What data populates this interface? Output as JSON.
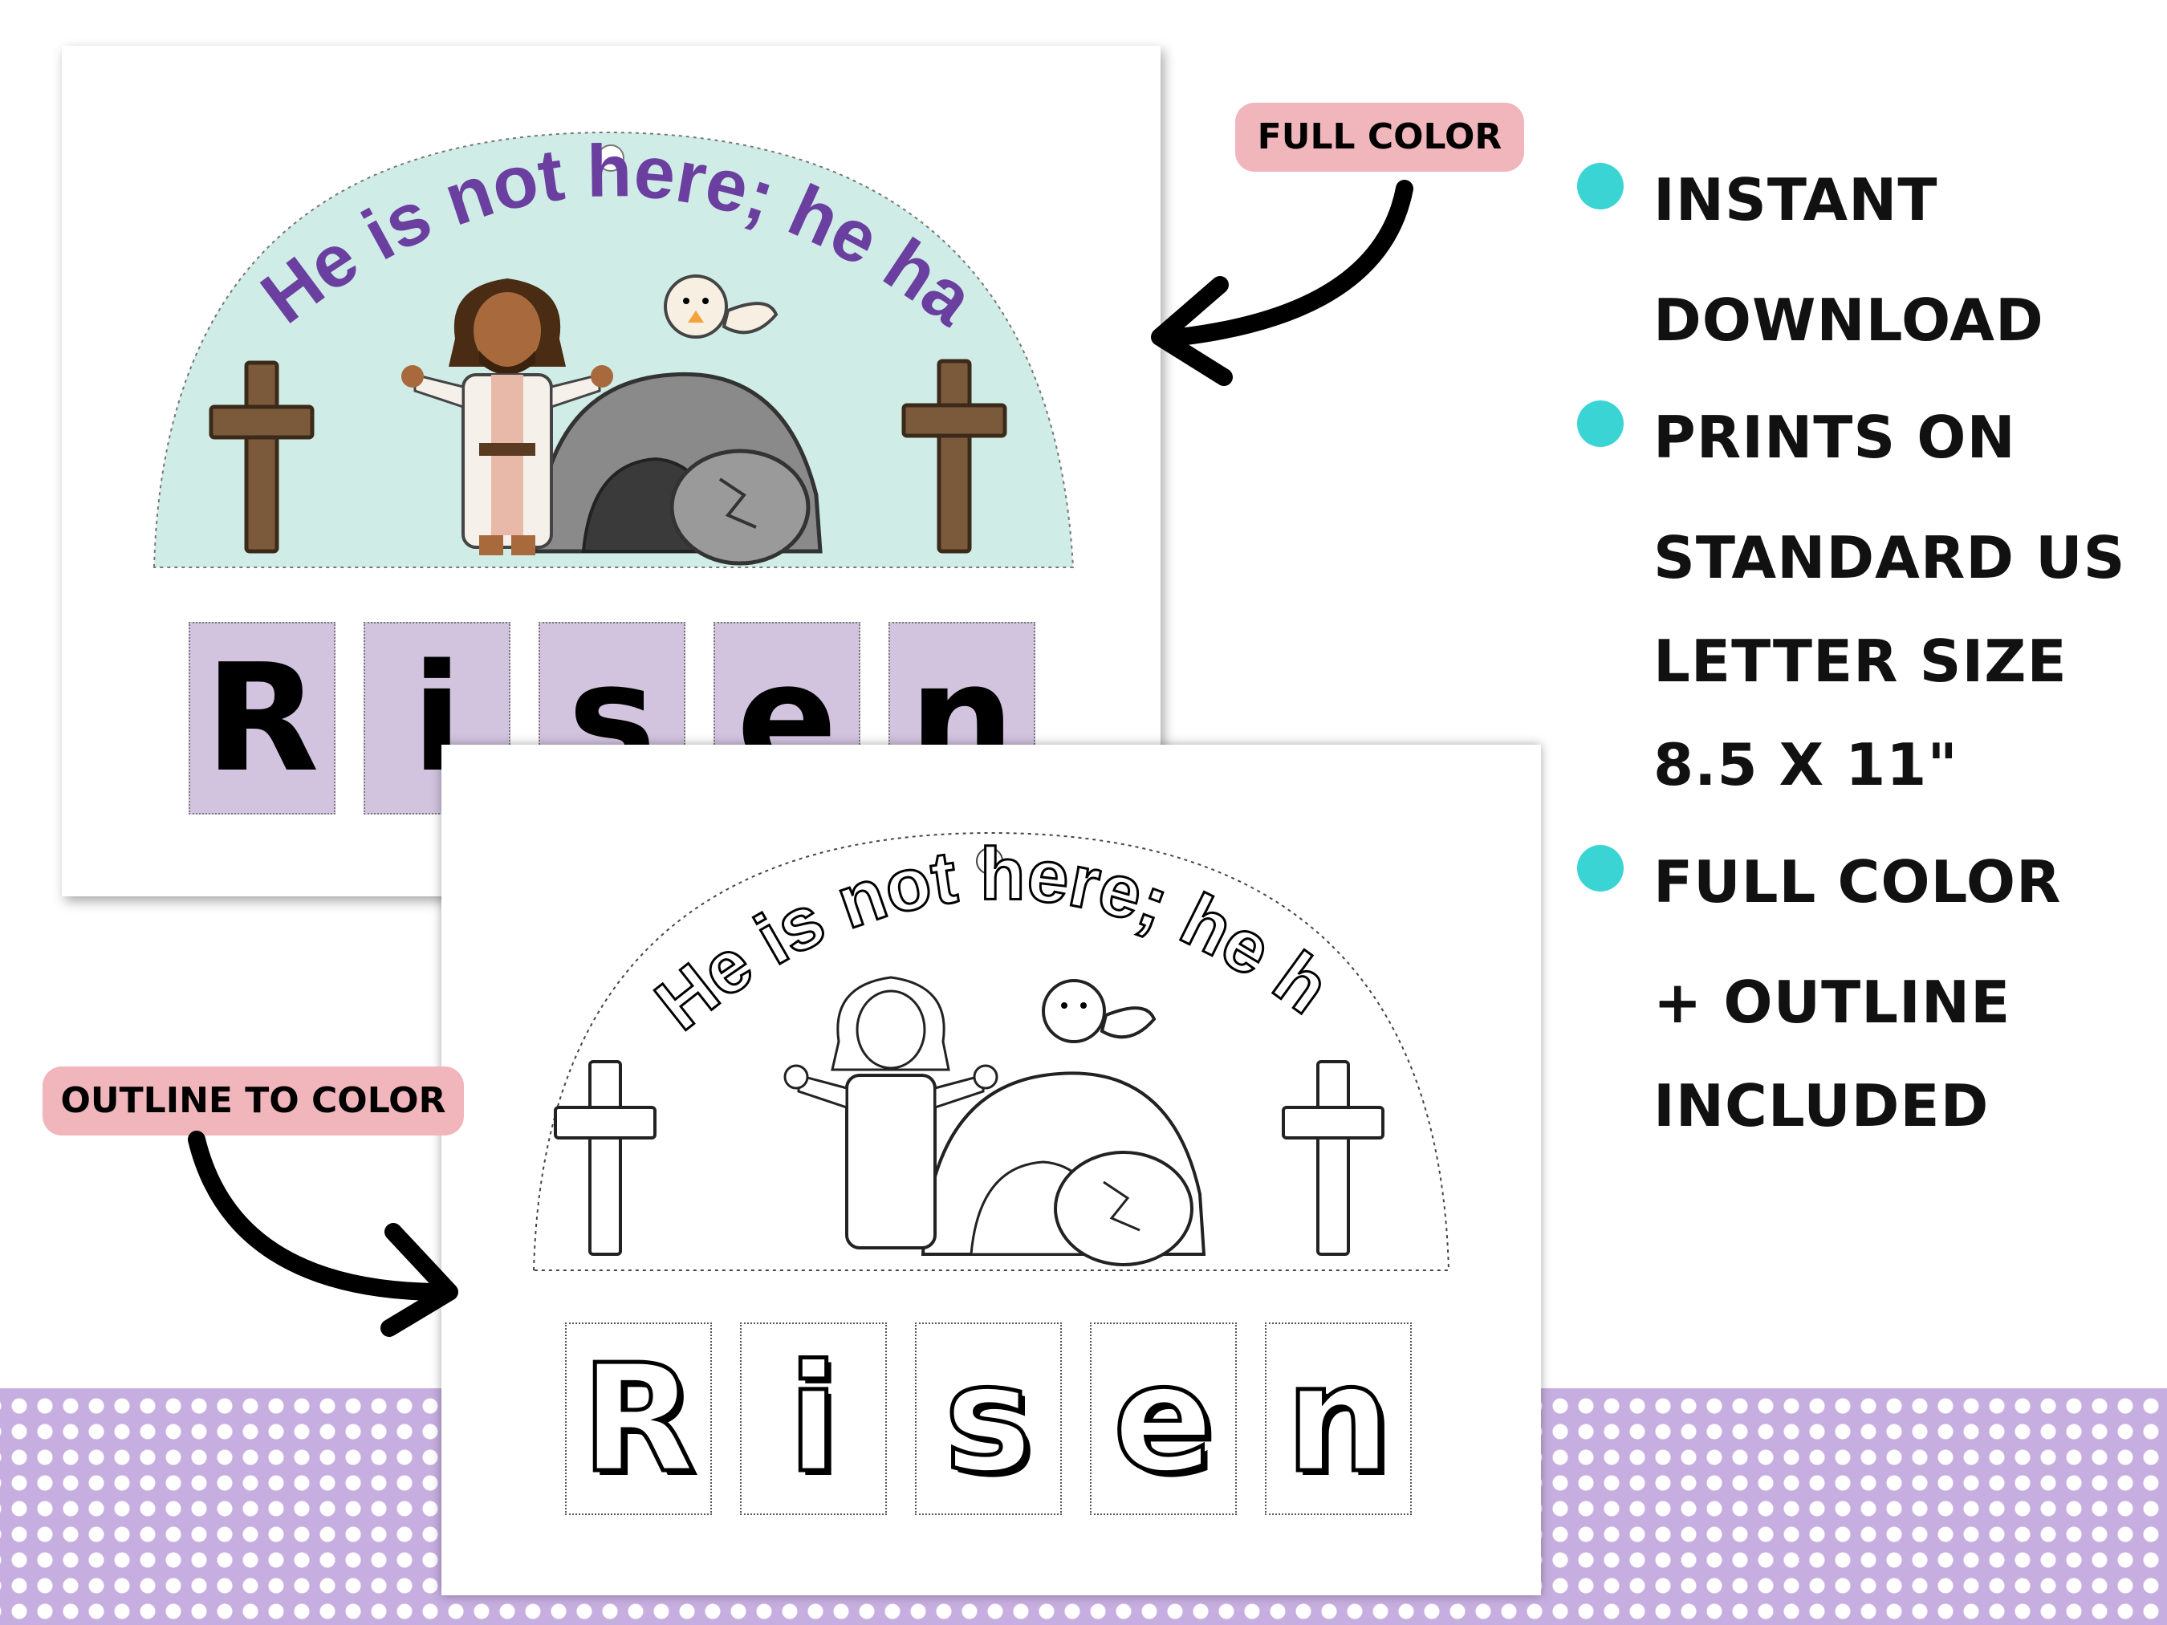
{
  "sheets": {
    "full_color": {
      "banner_text": "He is not here; he has",
      "letters": [
        "R",
        "i",
        "s",
        "e",
        "n"
      ]
    },
    "outline": {
      "banner_text": "He is not here; he has",
      "letters": [
        "R",
        "i",
        "s",
        "e",
        "n"
      ]
    }
  },
  "tags": {
    "full_color": "FULL COLOR",
    "outline": "OUTLINE TO COLOR"
  },
  "features": [
    {
      "lines": [
        "INSTANT",
        "DOWNLOAD"
      ]
    },
    {
      "lines": [
        "PRINTS ON",
        "STANDARD US",
        "LETTER SIZE",
        "8.5 X 11\""
      ]
    },
    {
      "lines": [
        "FULL COLOR",
        "+ OUTLINE",
        "INCLUDED"
      ]
    }
  ],
  "colors": {
    "polka_background": "#c7aee0",
    "tag_pink": "#f1b5bc",
    "bullet_teal": "#3bd4d4",
    "banner_fill": "#cfece6",
    "banner_text": "#6b3fa0",
    "letter_box_fill": "#d2c3df"
  },
  "icons": [
    "cross-icon",
    "jesus-figure",
    "tomb-icon",
    "bird-icon",
    "arrow-icon"
  ]
}
